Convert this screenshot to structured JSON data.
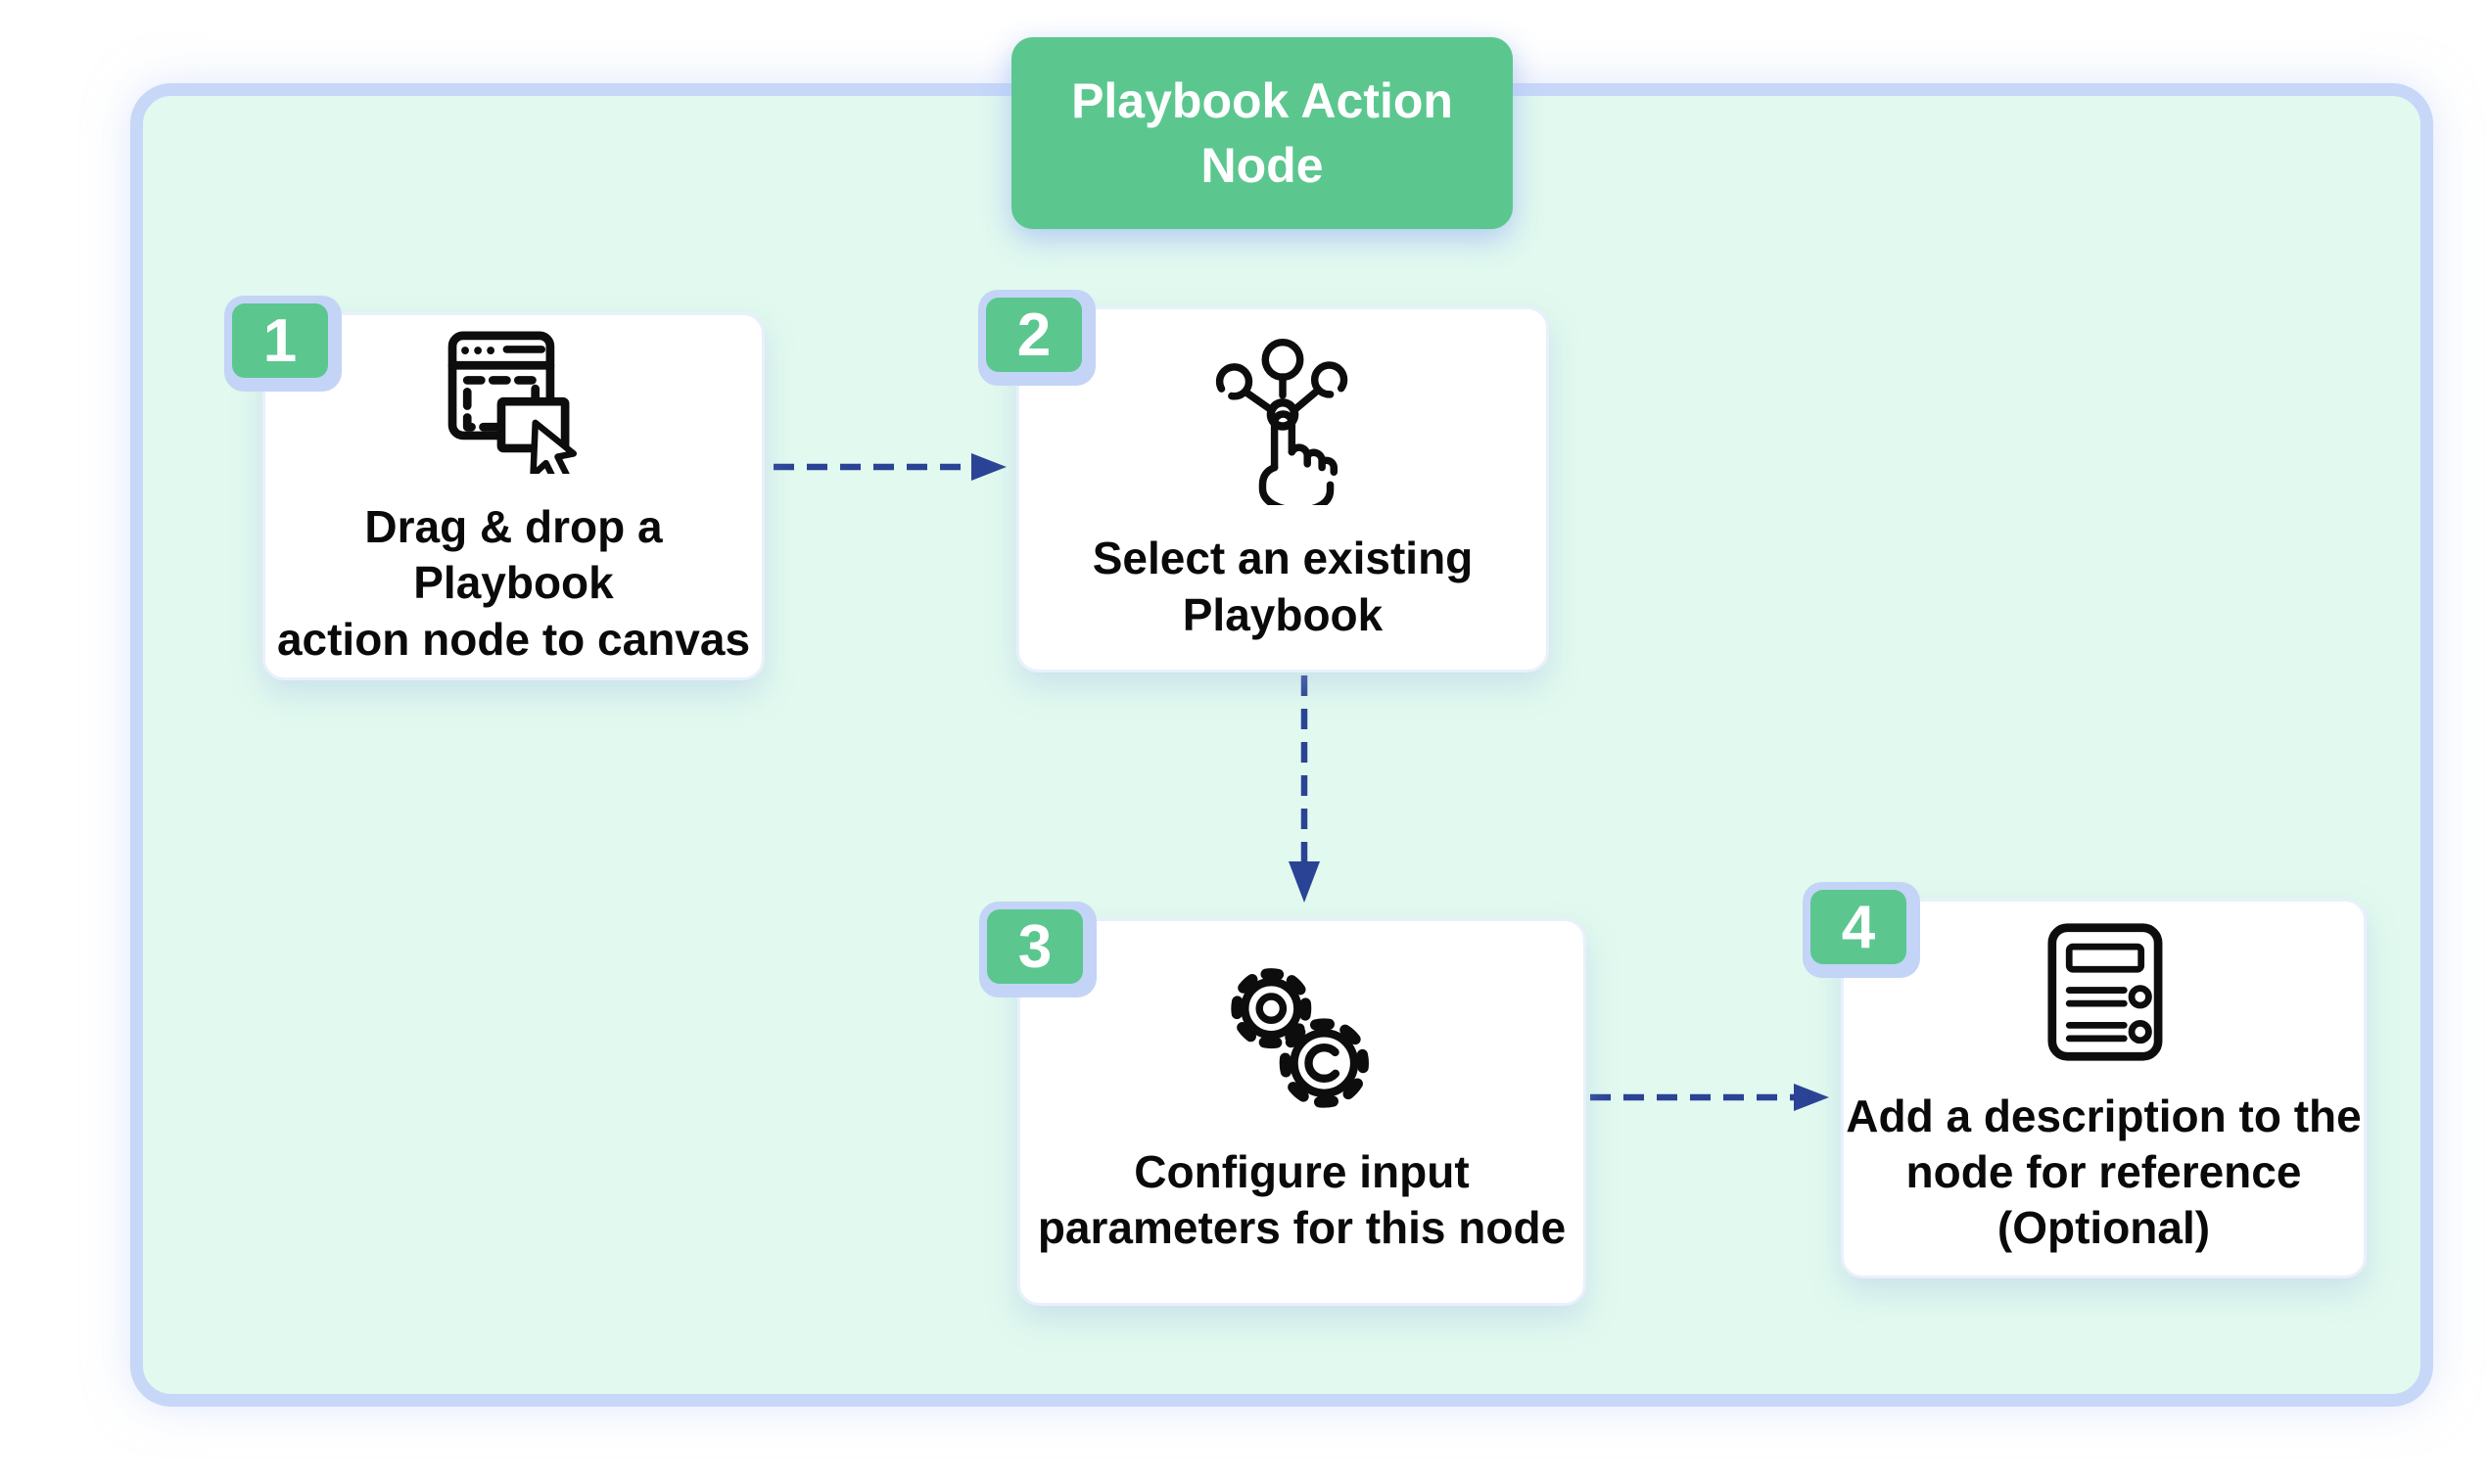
{
  "diagram": {
    "title": "Playbook Action\nNode",
    "colors": {
      "green": "#5BC78F",
      "mint": "#E1F9EF",
      "border_blue": "#C6D7F8",
      "badge_blue": "#C3D4F7",
      "navy": "#2A4394",
      "ink": "#0A0A0A"
    },
    "steps": [
      {
        "number": "1",
        "label": "Drag & drop a Playbook\naction node to canvas",
        "icon": "drag-drop-cursor-icon"
      },
      {
        "number": "2",
        "label": "Select an existing\nPlaybook",
        "icon": "select-node-hand-icon"
      },
      {
        "number": "3",
        "label": "Configure input\nparameters for this node",
        "icon": "gears-icon"
      },
      {
        "number": "4",
        "label": "Add a description to the\nnode for reference\n(Optional)",
        "icon": "description-list-icon"
      }
    ],
    "connectors": [
      {
        "from": "1",
        "to": "2",
        "direction": "right",
        "style": "dashed-arrow"
      },
      {
        "from": "2",
        "to": "3",
        "direction": "down",
        "style": "dashed-arrow"
      },
      {
        "from": "3",
        "to": "4",
        "direction": "right",
        "style": "dashed-arrow"
      }
    ]
  }
}
